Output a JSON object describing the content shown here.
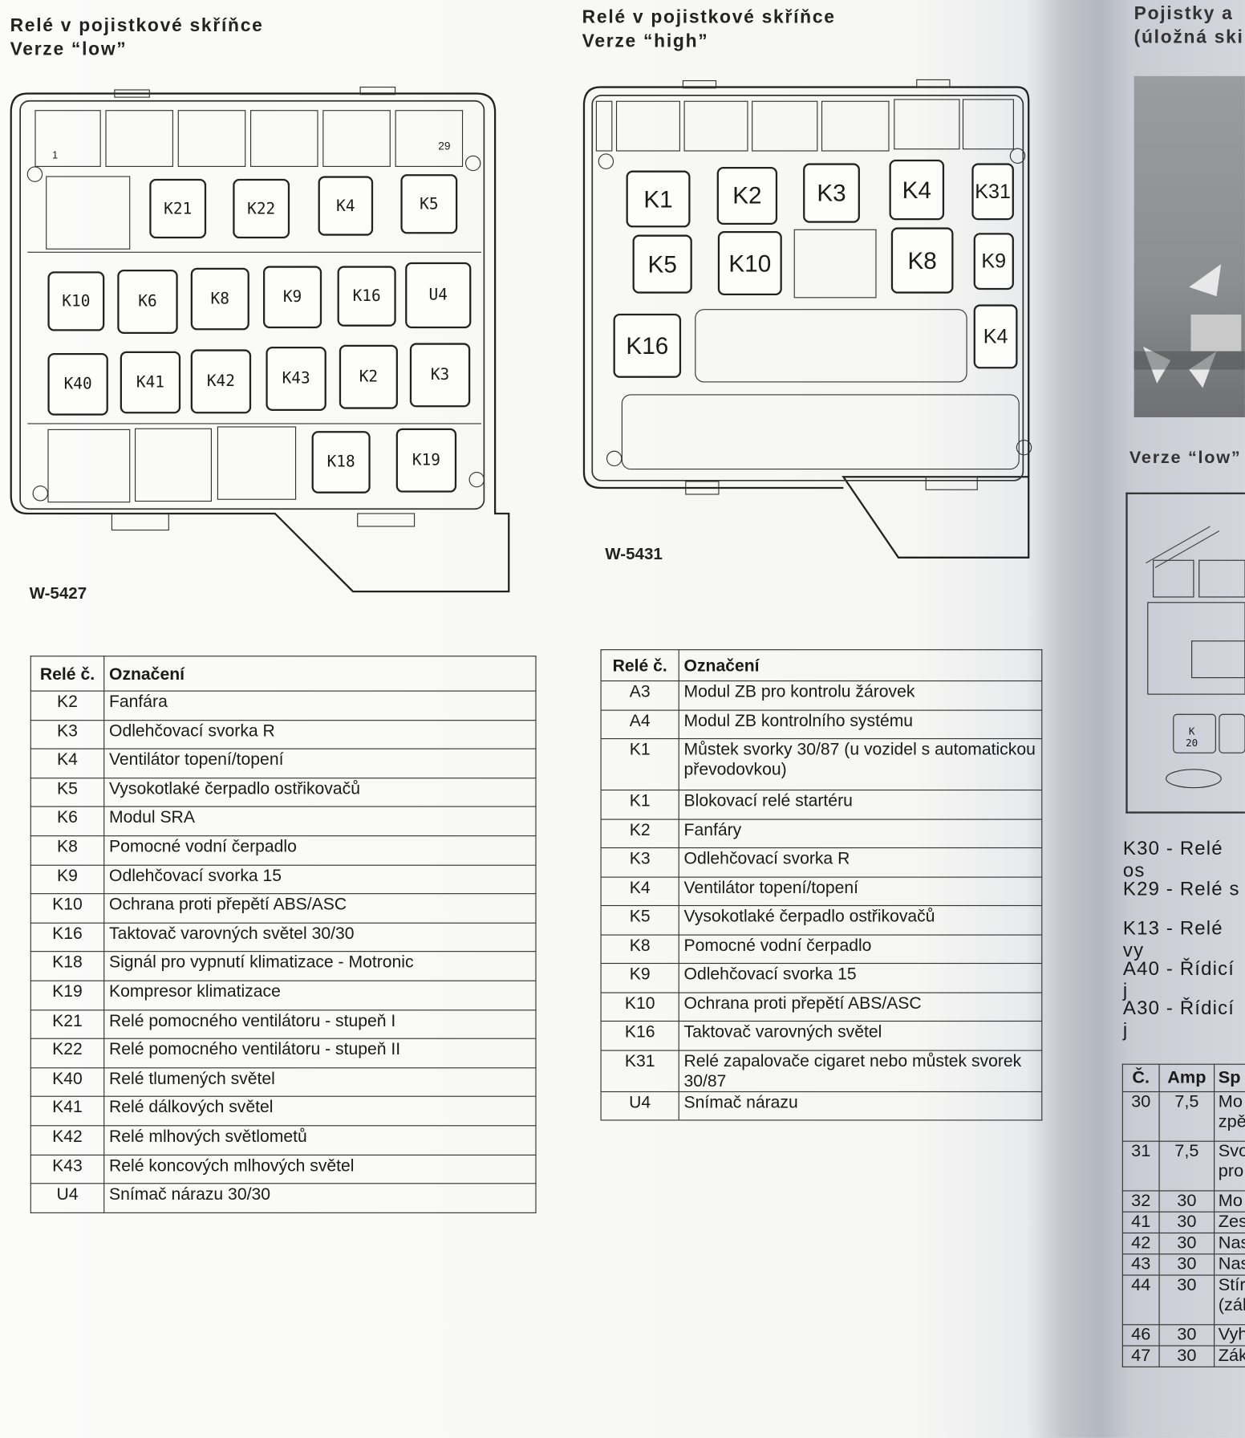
{
  "left": {
    "title1": "Relé v pojistkové skříňce",
    "title2": "Verze “low”",
    "fuse_first": "1",
    "fuse_last": "29",
    "relays": [
      "K21",
      "K22",
      "K4",
      "K5",
      "K10",
      "K6",
      "K8",
      "K9",
      "K16",
      "U4",
      "K40",
      "K41",
      "K42",
      "K43",
      "K2",
      "K3",
      "K18",
      "K19"
    ],
    "code": "W-5427",
    "table": {
      "h1": "Relé č.",
      "h2": "Označení",
      "rows": [
        [
          "K2",
          "Fanfára"
        ],
        [
          "K3",
          "Odlehčovací svorka R"
        ],
        [
          "K4",
          "Ventilátor topení/topení"
        ],
        [
          "K5",
          "Vysokotlaké čerpadlo ostřikovačů"
        ],
        [
          "K6",
          "Modul SRA"
        ],
        [
          "K8",
          "Pomocné vodní čerpadlo"
        ],
        [
          "K9",
          "Odlehčovací svorka 15"
        ],
        [
          "K10",
          "Ochrana proti přepětí ABS/ASC"
        ],
        [
          "K16",
          "Taktovač varovných světel 30/30"
        ],
        [
          "K18",
          "Signál pro vypnutí klimatizace - Motronic"
        ],
        [
          "K19",
          "Kompresor klimatizace"
        ],
        [
          "K21",
          "Relé pomocného ventilátoru - stupeň I"
        ],
        [
          "K22",
          "Relé pomocného ventilátoru - stupeň II"
        ],
        [
          "K40",
          "Relé tlumených světel"
        ],
        [
          "K41",
          "Relé dálkových světel"
        ],
        [
          "K42",
          "Relé mlhových světlometů"
        ],
        [
          "K43",
          "Relé koncových mlhových světel"
        ],
        [
          "U4",
          "Snímač nárazu 30/30"
        ]
      ]
    }
  },
  "right": {
    "title1": "Relé v pojistkové skříňce",
    "title2": "Verze “high”",
    "relays": [
      "K1",
      "K2",
      "K3",
      "K4",
      "K31",
      "K5",
      "K10",
      "K8",
      "K9",
      "K16",
      "K4"
    ],
    "code": "W-5431",
    "table": {
      "h1": "Relé č.",
      "h2": "Označení",
      "rows": [
        [
          "A3",
          "Modul ZB pro kontrolu žárovek"
        ],
        [
          "A4",
          "Modul ZB kontrolního systému"
        ],
        [
          "K1",
          "Můstek svorky 30/87 (u vozidel s automatickou převodovkou)"
        ],
        [
          "K1",
          "Blokovací relé startéru"
        ],
        [
          "K2",
          "Fanfáry"
        ],
        [
          "K3",
          "Odlehčovací svorka R"
        ],
        [
          "K4",
          "Ventilátor topení/topení"
        ],
        [
          "K5",
          "Vysokotlaké čerpadlo ostřikovačů"
        ],
        [
          "K8",
          "Pomocné vodní čerpadlo"
        ],
        [
          "K9",
          "Odlehčovací svorka 15"
        ],
        [
          "K10",
          "Ochrana proti přepětí ABS/ASC"
        ],
        [
          "K16",
          "Taktovač varovných světel"
        ],
        [
          "K31",
          "Relé zapalovače cigaret nebo můstek svorek 30/87"
        ],
        [
          "U4",
          "Snímač nárazu"
        ]
      ]
    }
  },
  "next": {
    "title1": "Pojistky a",
    "title2": "(úložná ski",
    "version": "Verze “low”",
    "diagram_label": "K 20",
    "list": [
      "K30 - Relé os",
      "K29 - Relé s",
      "K13 - Relé vy",
      "A40 - Řídicí j",
      "A30 - Řídicí j"
    ],
    "table": {
      "h": [
        "Č.",
        "Amp",
        "Sp"
      ],
      "rows": [
        [
          "30",
          "7,5",
          "Mo zpě"
        ],
        [
          "31",
          "7,5",
          "Svo pro"
        ],
        [
          "32",
          "30",
          "Mo"
        ],
        [
          "41",
          "30",
          "Zes"
        ],
        [
          "42",
          "30",
          "Nas"
        ],
        [
          "43",
          "30",
          "Nas"
        ],
        [
          "44",
          "30",
          "Stír (zál"
        ],
        [
          "46",
          "30",
          "Vyh"
        ],
        [
          "47",
          "30",
          "Zák"
        ]
      ]
    }
  }
}
